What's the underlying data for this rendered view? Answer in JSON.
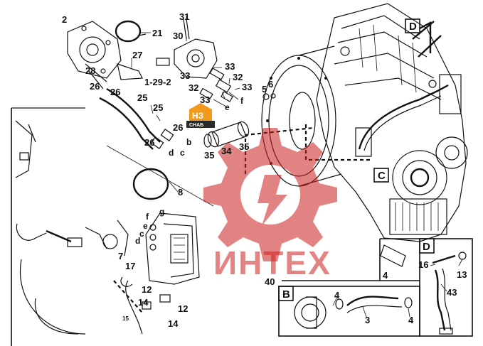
{
  "diagram": {
    "part_numbers": {
      "p21": "21",
      "p31": "31",
      "p30": "30",
      "p27": "27",
      "p28": "28",
      "p1292": "1-29-2",
      "p33a": "33",
      "p33b": "33",
      "p32": "32",
      "p33c": "33",
      "p32b": "32",
      "p33d": "33",
      "p26a": "26",
      "p26b": "26",
      "p25a": "25",
      "p25b": "25",
      "p26c": "26",
      "p26d": "26",
      "p5": "5",
      "p6": "6",
      "p35a": "35",
      "p34": "34",
      "p35b": "35",
      "p8": "8",
      "p7": "7",
      "p17": "17",
      "p12a": "12",
      "p14a": "14",
      "p12b": "12",
      "p14b": "14",
      "p15": "15",
      "p40": "40",
      "p4a": "4",
      "p4b": "4",
      "p3": "3",
      "p4c": "4",
      "p16": "16",
      "p13": "13",
      "p43": "43",
      "p2": "2"
    },
    "connection_letters": {
      "e1": "e",
      "f1": "f",
      "b1": "b",
      "d1": "d",
      "c1": "c",
      "f2": "f",
      "e2": "e",
      "c2": "c",
      "d2": "d",
      "g": "g"
    },
    "detail_labels": {
      "C": "C",
      "D": "D",
      "B": "B",
      "D2": "D"
    },
    "watermark": {
      "text": "ИНТЕХ"
    },
    "logo": {
      "line1": "НЗ",
      "line2": "СНАБ"
    },
    "colors": {
      "accent": "#cc1f1f",
      "ink": "#111111",
      "logo_orange": "#f29a1f",
      "logo_dark": "#2a2a2a"
    }
  }
}
